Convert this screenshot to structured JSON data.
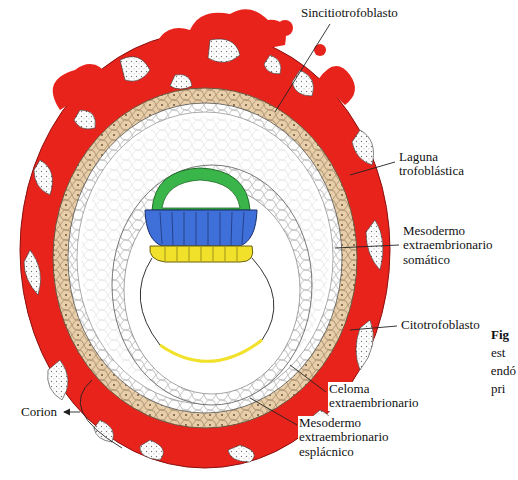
{
  "diagram": {
    "labels": [
      "Sincitiotrofoblasto",
      "Laguna trofoblástica",
      "Mesodermo extraembrionario somático",
      "Citotrofoblasto",
      "Celoma extraembrionario",
      "Mesodermo extraembrionario esplácnico",
      "Corion",
      "Fig",
      "est",
      "endó",
      "pri"
    ]
  }
}
